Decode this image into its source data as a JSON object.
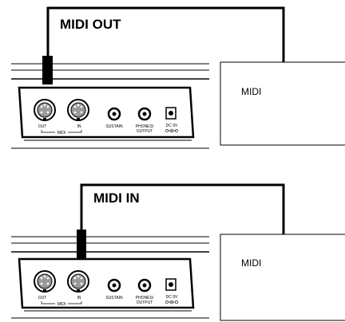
{
  "colors": {
    "line": "#000000",
    "background": "#ffffff",
    "jack_fill": "#9a9a9a"
  },
  "panels": [
    {
      "id": "out",
      "title": "MIDI OUT",
      "device_label": "MIDI",
      "active_port": "OUT",
      "jack_labels": {
        "out": "OUT",
        "in": "IN",
        "midi": "MIDI",
        "sustain": "SUSTAIN",
        "phones_line1": "PHONES/",
        "phones_line2": "OUTPUT",
        "dc": "DC 9V"
      }
    },
    {
      "id": "in",
      "title": "MIDI IN",
      "device_label": "MIDI",
      "active_port": "IN",
      "jack_labels": {
        "out": "OUT",
        "in": "IN",
        "midi": "MIDI",
        "sustain": "SUSTAIN",
        "phones_line1": "PHONES/",
        "phones_line2": "OUTPUT",
        "dc": "DC 9V"
      }
    }
  ]
}
